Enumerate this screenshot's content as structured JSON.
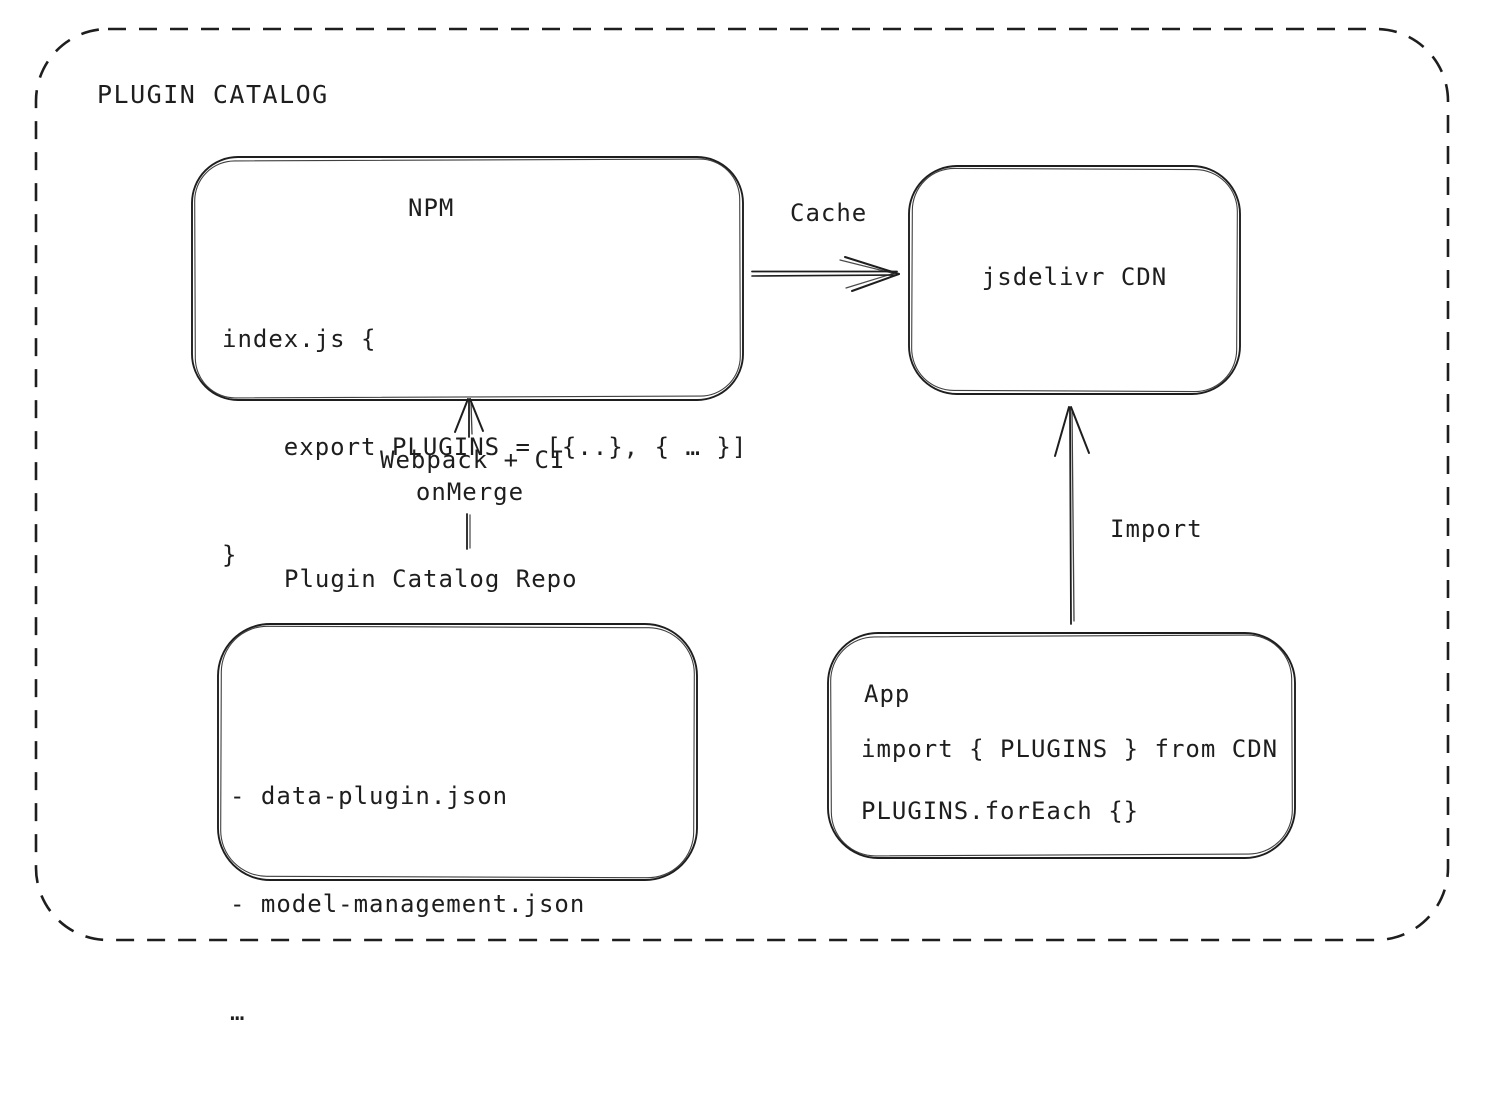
{
  "colors": {
    "ink": "#1e1e1e",
    "background": "#ffffff"
  },
  "title": "PLUGIN CATALOG",
  "nodes": {
    "npm": {
      "title": "NPM",
      "code": [
        "index.js {",
        "    export PLUGINS = [{..}, { … }]",
        "}"
      ]
    },
    "cdn": {
      "label": "jsdelivr CDN"
    },
    "repo": {
      "heading": "Plugin Catalog Repo",
      "files": [
        "- data-plugin.json",
        "- model-management.json",
        "…"
      ]
    },
    "app": {
      "title": "App",
      "code": [
        "import { PLUGINS } from CDN",
        "PLUGINS.forEach {}"
      ]
    }
  },
  "edges": {
    "cache": {
      "label": "Cache",
      "from": "NPM",
      "to": "jsdelivr CDN"
    },
    "build": {
      "label_line1": "Webpack + CI",
      "label_line2": "onMerge",
      "from": "Plugin Catalog Repo",
      "to": "NPM"
    },
    "import": {
      "label": "Import",
      "from": "App",
      "to": "jsdelivr CDN"
    }
  }
}
